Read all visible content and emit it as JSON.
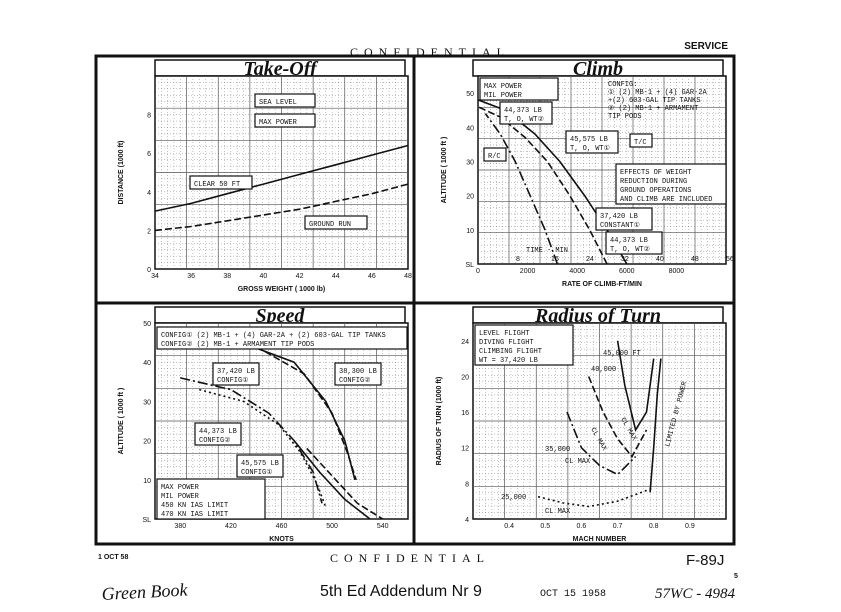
{
  "header": {
    "classification": "CONFIDENTIAL",
    "service": "SERVICE"
  },
  "footer": {
    "date": "1 OCT 58",
    "classification": "CONFIDENTIAL",
    "doc_id": "F-89J",
    "page": "5",
    "handwritten_addendum": "5th Ed Addendum Nr 9",
    "stamp_date": "OCT 15 1958",
    "handwritten_name": "Green Book",
    "handwritten_code": "57WC - 4984"
  },
  "chart_data": [
    {
      "type": "line",
      "title": "Take-Off",
      "xlabel": "GROSS WEIGHT ( 1000 lb)",
      "ylabel": "DISTANCE (1000 ft)",
      "xlim": [
        34,
        48
      ],
      "ylim": [
        0,
        10
      ],
      "xticks": [
        "34",
        "36",
        "38",
        "40",
        "42",
        "44",
        "46",
        "48"
      ],
      "yticks": [
        "0",
        "2",
        "4",
        "6",
        "8"
      ],
      "annotations": [
        "SEA LEVEL",
        "MAX POWER"
      ],
      "series": [
        {
          "name": "CLEAR 50 FT",
          "x": [
            34,
            36,
            38,
            40,
            42,
            44,
            46,
            48
          ],
          "y": [
            3.0,
            3.4,
            3.9,
            4.4,
            4.9,
            5.4,
            5.9,
            6.4
          ]
        },
        {
          "name": "GROUND RUN",
          "x": [
            34,
            36,
            38,
            40,
            42,
            44,
            46,
            48
          ],
          "y": [
            2.0,
            2.2,
            2.5,
            2.8,
            3.1,
            3.5,
            3.9,
            4.4
          ]
        }
      ]
    },
    {
      "type": "line",
      "title": "Climb",
      "xlabel": "RATE OF CLIMB-FT/MIN",
      "ylabel": "ALTITUDE ( 1000 ft )",
      "xlim": [
        0,
        10000
      ],
      "ylim": [
        0,
        55
      ],
      "xticks": [
        "0",
        "2000",
        "4000",
        "6000",
        "8000"
      ],
      "yticks": [
        "SL",
        "10",
        "20",
        "30",
        "40",
        "50"
      ],
      "time_label": "TIME - MIN",
      "time_ticks": [
        "8",
        "16",
        "24",
        "32",
        "40",
        "48",
        "56"
      ],
      "legend": [
        "MAX POWER",
        "MIL POWER"
      ],
      "config_note": [
        "CONFIG:",
        "① (2) MB-1 + (4) GAR-2A",
        "+(2) 603-GAL TIP TANKS",
        "② (2) MB-1 + ARMAMENT",
        "TIP PODS"
      ],
      "labels": [
        "44,373 LB",
        "T, O, WT②",
        "45,575 LB",
        "T, O, WT①",
        "R/C",
        "T/C",
        "37,420 LB",
        "CONSTANT①",
        "44,373 LB",
        "T, O, WT②"
      ],
      "note": [
        "EFFECTS OF WEIGHT",
        "REDUCTION DURING",
        "GROUND OPERATIONS",
        "AND CLIMB ARE INCLUDED"
      ],
      "series": [
        {
          "name": "MAX POWER",
          "x": [
            6000,
            5200,
            4300,
            3300,
            2300,
            1100,
            0
          ],
          "y": [
            0,
            10,
            20,
            30,
            38,
            45,
            48
          ]
        },
        {
          "name": "MAX POWER",
          "x": [
            5200,
            4500,
            3700,
            2800,
            1900,
            900,
            0
          ],
          "y": [
            0,
            10,
            20,
            30,
            37,
            43,
            46
          ]
        },
        {
          "name": "MIL POWER",
          "x": [
            3200,
            2700,
            2100,
            1500,
            900,
            300
          ],
          "y": [
            0,
            10,
            20,
            30,
            38,
            44
          ]
        }
      ]
    },
    {
      "type": "line",
      "title": "Speed",
      "xlabel": "KNOTS",
      "ylabel": "ALTITUDE ( 1000 ft )",
      "xlim": [
        360,
        560
      ],
      "ylim": [
        0,
        50
      ],
      "xticks": [
        "380",
        "420",
        "460",
        "500",
        "540"
      ],
      "yticks": [
        "SL",
        "10",
        "20",
        "30",
        "40",
        "50"
      ],
      "config_note": [
        "CONFIG① (2) MB-1 + (4) GAR-2A + (2) 603-GAL TIP TANKS",
        "CONFIG② (2) MB-1 + ARMAMENT TIP PODS"
      ],
      "labels": [
        "37,420 LB",
        "CONFIG①",
        "38,300 LB",
        "CONFIG②",
        "44,373 LB",
        "CONFIG②",
        "45,575 LB",
        "CONFIG①"
      ],
      "legend": [
        "MAX POWER",
        "MIL POWER",
        "450 KN IAS LIMIT",
        "470 KN IAS LIMIT"
      ],
      "series": [
        {
          "name": "MAX POWER",
          "x": [
            420,
            470,
            495,
            510,
            518
          ],
          "y": [
            46,
            40,
            30,
            20,
            10
          ]
        },
        {
          "name": "MAX POWER",
          "x": [
            440,
            478,
            500,
            512,
            519
          ],
          "y": [
            44,
            37,
            27,
            17,
            10
          ]
        },
        {
          "name": "MIL POWER",
          "x": [
            380,
            420,
            450,
            470,
            485,
            492
          ],
          "y": [
            36,
            33,
            27,
            20,
            12,
            4
          ]
        },
        {
          "name": "MIL POWER",
          "x": [
            395,
            430,
            458,
            475,
            488,
            495
          ],
          "y": [
            33,
            30,
            24,
            17,
            9,
            3
          ]
        },
        {
          "name": "450 KN IAS LIMIT",
          "x": [
            470,
            490,
            510,
            530
          ],
          "y": [
            20,
            12,
            5,
            0
          ]
        },
        {
          "name": "470 KN IAS LIMIT",
          "x": [
            480,
            500,
            520,
            540
          ],
          "y": [
            18,
            11,
            4,
            0
          ]
        }
      ]
    },
    {
      "type": "line",
      "title": "Radius of Turn",
      "xlabel": "MACH NUMBER",
      "ylabel": "RADIUS OF TURN (1000 ft)",
      "xlim": [
        0.3,
        1.0
      ],
      "ylim": [
        4,
        26
      ],
      "xticks": [
        "0.4",
        "0.5",
        "0.6",
        "0.7",
        "0.8",
        "0.9"
      ],
      "yticks": [
        "4",
        "8",
        "12",
        "16",
        "20",
        "24"
      ],
      "legend": [
        "LEVEL FLIGHT",
        "DIVING FLIGHT",
        "CLIMBING FLIGHT"
      ],
      "weight_note": "WT = 37,420 LB",
      "labels": [
        "45,000 FT",
        "40,000",
        "35,000",
        "25,000",
        "CL MAX",
        "CL MAX",
        "CL MAX",
        "CL MAX",
        "LIMITED BY POWER"
      ],
      "series": [
        {
          "name": "45,000 FT",
          "x": [
            0.7,
            0.72,
            0.75,
            0.78,
            0.8
          ],
          "y": [
            24,
            19,
            14,
            16,
            22
          ]
        },
        {
          "name": "40,000",
          "x": [
            0.62,
            0.66,
            0.7,
            0.74,
            0.78
          ],
          "y": [
            20,
            16,
            13,
            11,
            14
          ]
        },
        {
          "name": "35,000",
          "x": [
            0.56,
            0.6,
            0.65,
            0.7,
            0.75
          ],
          "y": [
            16,
            12,
            10,
            9,
            11
          ]
        },
        {
          "name": "25,000",
          "x": [
            0.48,
            0.55,
            0.62,
            0.7,
            0.8
          ],
          "y": [
            6.5,
            5.8,
            5.4,
            6,
            7.5
          ]
        },
        {
          "name": "LIMITED BY POWER",
          "x": [
            0.82,
            0.81,
            0.8,
            0.79
          ],
          "y": [
            22,
            18,
            12,
            7
          ]
        }
      ]
    }
  ]
}
